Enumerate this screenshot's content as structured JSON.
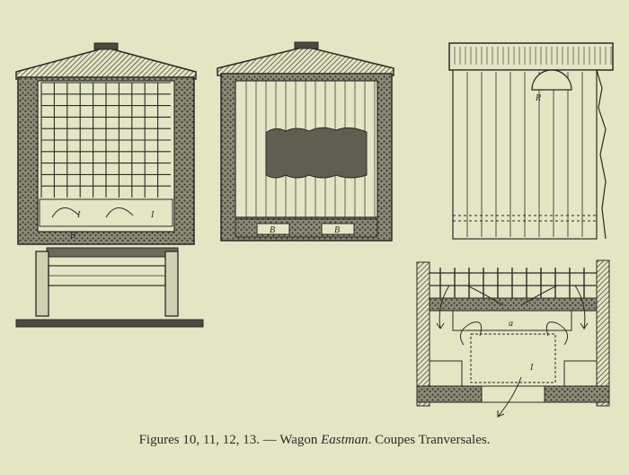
{
  "caption": {
    "prefix": "Figures 10, 11, 12, 13. — Wagon ",
    "emphasis": "Eastman",
    "suffix": ". Coupes Tranversales."
  },
  "figures": {
    "fig10": {
      "labels": [
        "I",
        "I",
        "B"
      ]
    },
    "fig11": {
      "labels": [
        "B",
        "B"
      ]
    },
    "fig12": {
      "labels": [
        "R"
      ]
    },
    "fig13": {
      "labels": [
        "a",
        "I"
      ]
    }
  },
  "colors": {
    "paper": "#e3e6c4",
    "ink": "#2a2a24",
    "hatch": "#55554a"
  }
}
